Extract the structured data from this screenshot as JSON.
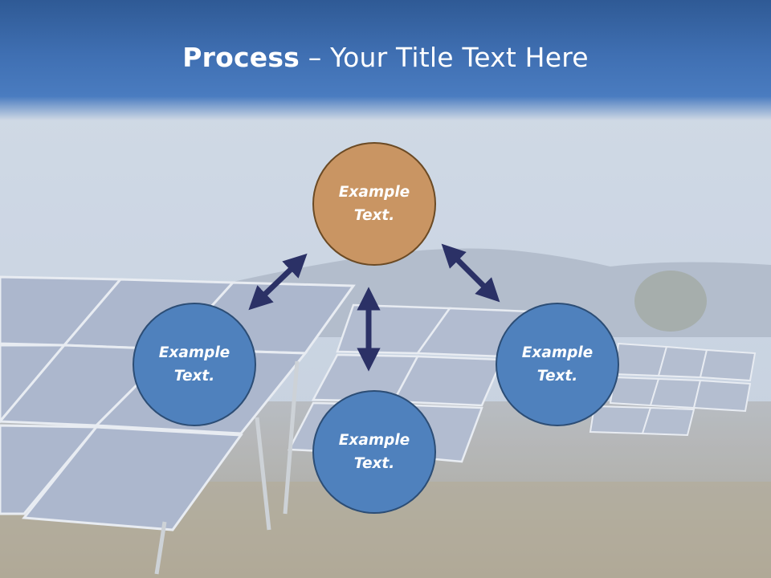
{
  "slide": {
    "title_bold": "Process",
    "title_rest": " – Your Title Text Here"
  },
  "diagram": {
    "center_node": {
      "line1": "Example",
      "line2": "Text."
    },
    "left_node": {
      "line1": "Example",
      "line2": "Text."
    },
    "right_node": {
      "line1": "Example",
      "line2": "Text."
    },
    "bottom_node": {
      "line1": "Example",
      "line2": "Text."
    }
  },
  "colors": {
    "title_band": "#3f6fb2",
    "node_blue": "#4f81bd",
    "node_orange": "#c99563",
    "arrow": "#2b3166"
  },
  "background": {
    "image": "solar-panel-field-photo"
  }
}
